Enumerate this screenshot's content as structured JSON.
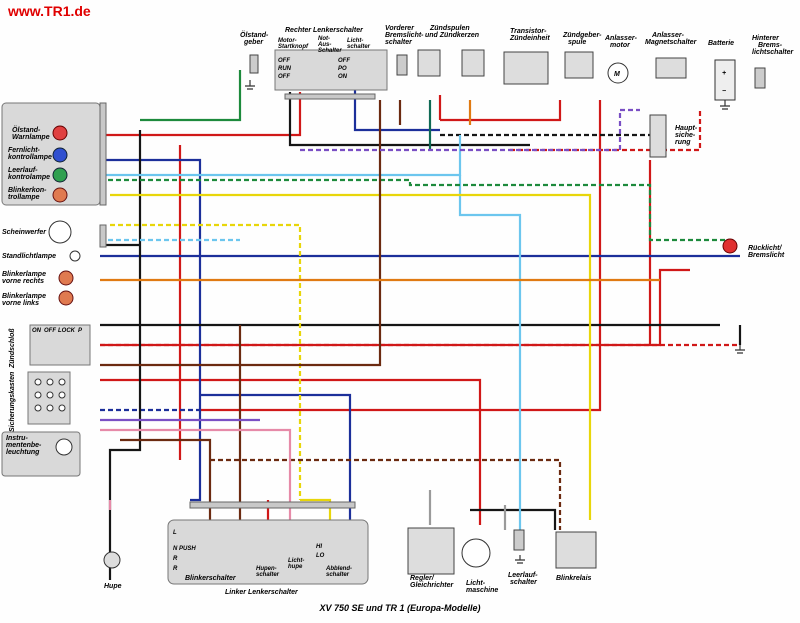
{
  "brand": "www.TR1.de",
  "model_title": "XV 750 SE und TR 1 (Europa-Modelle)",
  "labels": {
    "oelstand_geber": [
      "Ölstand-",
      "geber"
    ],
    "rechter_lenkerschalter": "Rechter Lenkerschalter",
    "motor_startknopf": [
      "Motor-",
      "Startknopf"
    ],
    "not_aus": [
      "Not-",
      "Aus-",
      "Schalter"
    ],
    "lichtschalter": [
      "Licht-",
      "schalter"
    ],
    "bremslichtschalter_vorne": [
      "Vorderer",
      "Bremslicht-",
      "schalter"
    ],
    "zuendspulen": [
      "Zündspulen",
      "und Zündkerzen"
    ],
    "transistor": [
      "Transistor-",
      "Zündeinheit"
    ],
    "zuendgeber": [
      "Zündgeber-",
      "spule"
    ],
    "anlasser_motor": [
      "Anlasser-",
      "motor"
    ],
    "anlasser_magnet": [
      "Anlasser-",
      "Magnetschalter"
    ],
    "batterie": "Batterie",
    "bremslicht_hinten": [
      "Hinterer",
      "Brems-",
      "lichtschalter"
    ],
    "hauptsicherung": [
      "Haupt-",
      "siche-",
      "rung"
    ],
    "oelstand_warn": [
      "Ölstand-",
      "Warnlampe"
    ],
    "fernlicht_kontroll": [
      "Fernlicht-",
      "kontrollampe"
    ],
    "leerlauf_kontroll": [
      "Leerlauf-",
      "kontrolampe"
    ],
    "blinker_kontroll": [
      "Blinkerkon-",
      "trollampe"
    ],
    "scheinwerfer": "Scheinwerfer",
    "standlicht": "Standlichtlampe",
    "blinker_vorne_rechts": [
      "Blinkerlampe",
      "vorne rechts"
    ],
    "blinker_vorne_links": [
      "Blinkerlampe",
      "vorne links"
    ],
    "zuendschloss": "Zündschloß",
    "sicherungskasten": "Sicherungskasten",
    "instrumenten": [
      "Instru-",
      "mentenbe-",
      "leuchtung"
    ],
    "ruecklicht": [
      "Rücklicht/",
      "Bremslicht"
    ],
    "hupe": "Hupe",
    "linker_lenkerschalter": "Linker Lenkerschalter",
    "blinkerschalter": "Blinkerschalter",
    "hupenschalter": [
      "Hupen-",
      "schalter"
    ],
    "lichthupe": [
      "Licht-",
      "hupe"
    ],
    "abblendschalter": [
      "Abblend-",
      "schalter"
    ],
    "regler": [
      "Regler/",
      "Gleichrichter"
    ],
    "lichtmaschine": [
      "Licht-",
      "maschine"
    ],
    "leerlaufschalter": [
      "Leerlauf-",
      "schalter"
    ],
    "blinkrelais": "Blinkrelais"
  },
  "switch_text": {
    "off": "OFF",
    "run": "RUN",
    "po": "PO",
    "on": "ON",
    "lock": "LOCK",
    "p": "P",
    "l": "L",
    "n": "N",
    "push": "PUSH",
    "r": "R",
    "hi": "HI",
    "lo": "LO",
    "plus": "+",
    "minus": "−",
    "m": "M"
  },
  "colors": {
    "brand": "#e00000",
    "red": "#d01818",
    "black": "#151515",
    "blue": "#1c2f9a",
    "sky": "#6cc6ee",
    "green": "#1d8a3c",
    "brown": "#6b2a10",
    "yellow": "#e8d60a",
    "orange": "#e07a12",
    "violet": "#7a4fc4",
    "pink": "#e68aa8",
    "gray": "#9a9a9a",
    "darkgreen": "#0f6a55",
    "white": "#ffffff"
  }
}
